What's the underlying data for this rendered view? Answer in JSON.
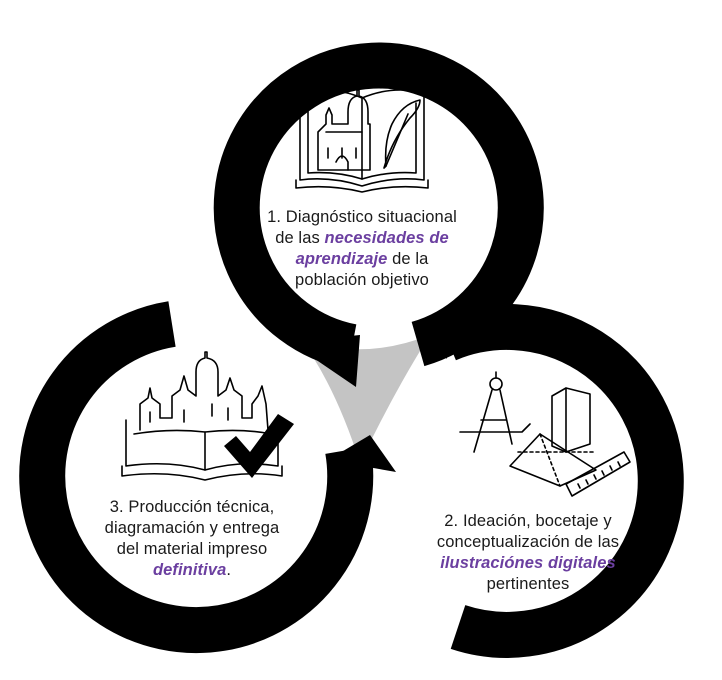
{
  "steps": [
    {
      "number": "1.",
      "line1": "Diagnóstico situacional",
      "line2_pre": "de las ",
      "line2_hl": "necesidades de",
      "line3_hl": "aprendizaje",
      "line3_post": " de la",
      "line4": "población objetivo",
      "icon": "book-cathedral-quill-icon"
    },
    {
      "number": "2.",
      "line1": "Ideación, bocetaje y",
      "line2": "conceptualización de las",
      "line3_hl": "ilustraciónes digitales",
      "line4": "pertinentes",
      "icon": "compass-ruler-geometry-icon"
    },
    {
      "number": "3.",
      "line1": "Producción técnica,",
      "line2": "diagramación y entrega",
      "line3": "del material impreso",
      "line4_hl": "definitiva",
      "line4_post": ".",
      "icon": "book-city-checkmark-icon"
    }
  ],
  "colors": {
    "ring": "#000000",
    "center": "#c4c4c4",
    "accent": "#6b3fa0",
    "text": "#1a1a1a"
  }
}
